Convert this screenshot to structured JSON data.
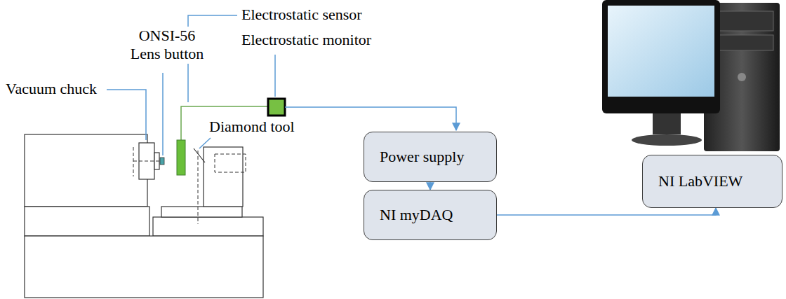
{
  "diagram": {
    "nodes": [
      {
        "text": [
          "Power supply"
        ]
      },
      {
        "text": [
          "NI myDAQ"
        ]
      },
      {
        "text": [
          "NI LabVIEW"
        ]
      }
    ],
    "edges": [
      {
        "from": 0,
        "to": 1,
        "arrow": "to"
      },
      {
        "from": 1,
        "to": 2,
        "arrow": "to"
      }
    ],
    "labels": [
      "Electrostatic sensor",
      "ONSI-56 Lens button",
      "Electrostatic monitor",
      "Vacuum chuck",
      "Diamond tool"
    ]
  }
}
